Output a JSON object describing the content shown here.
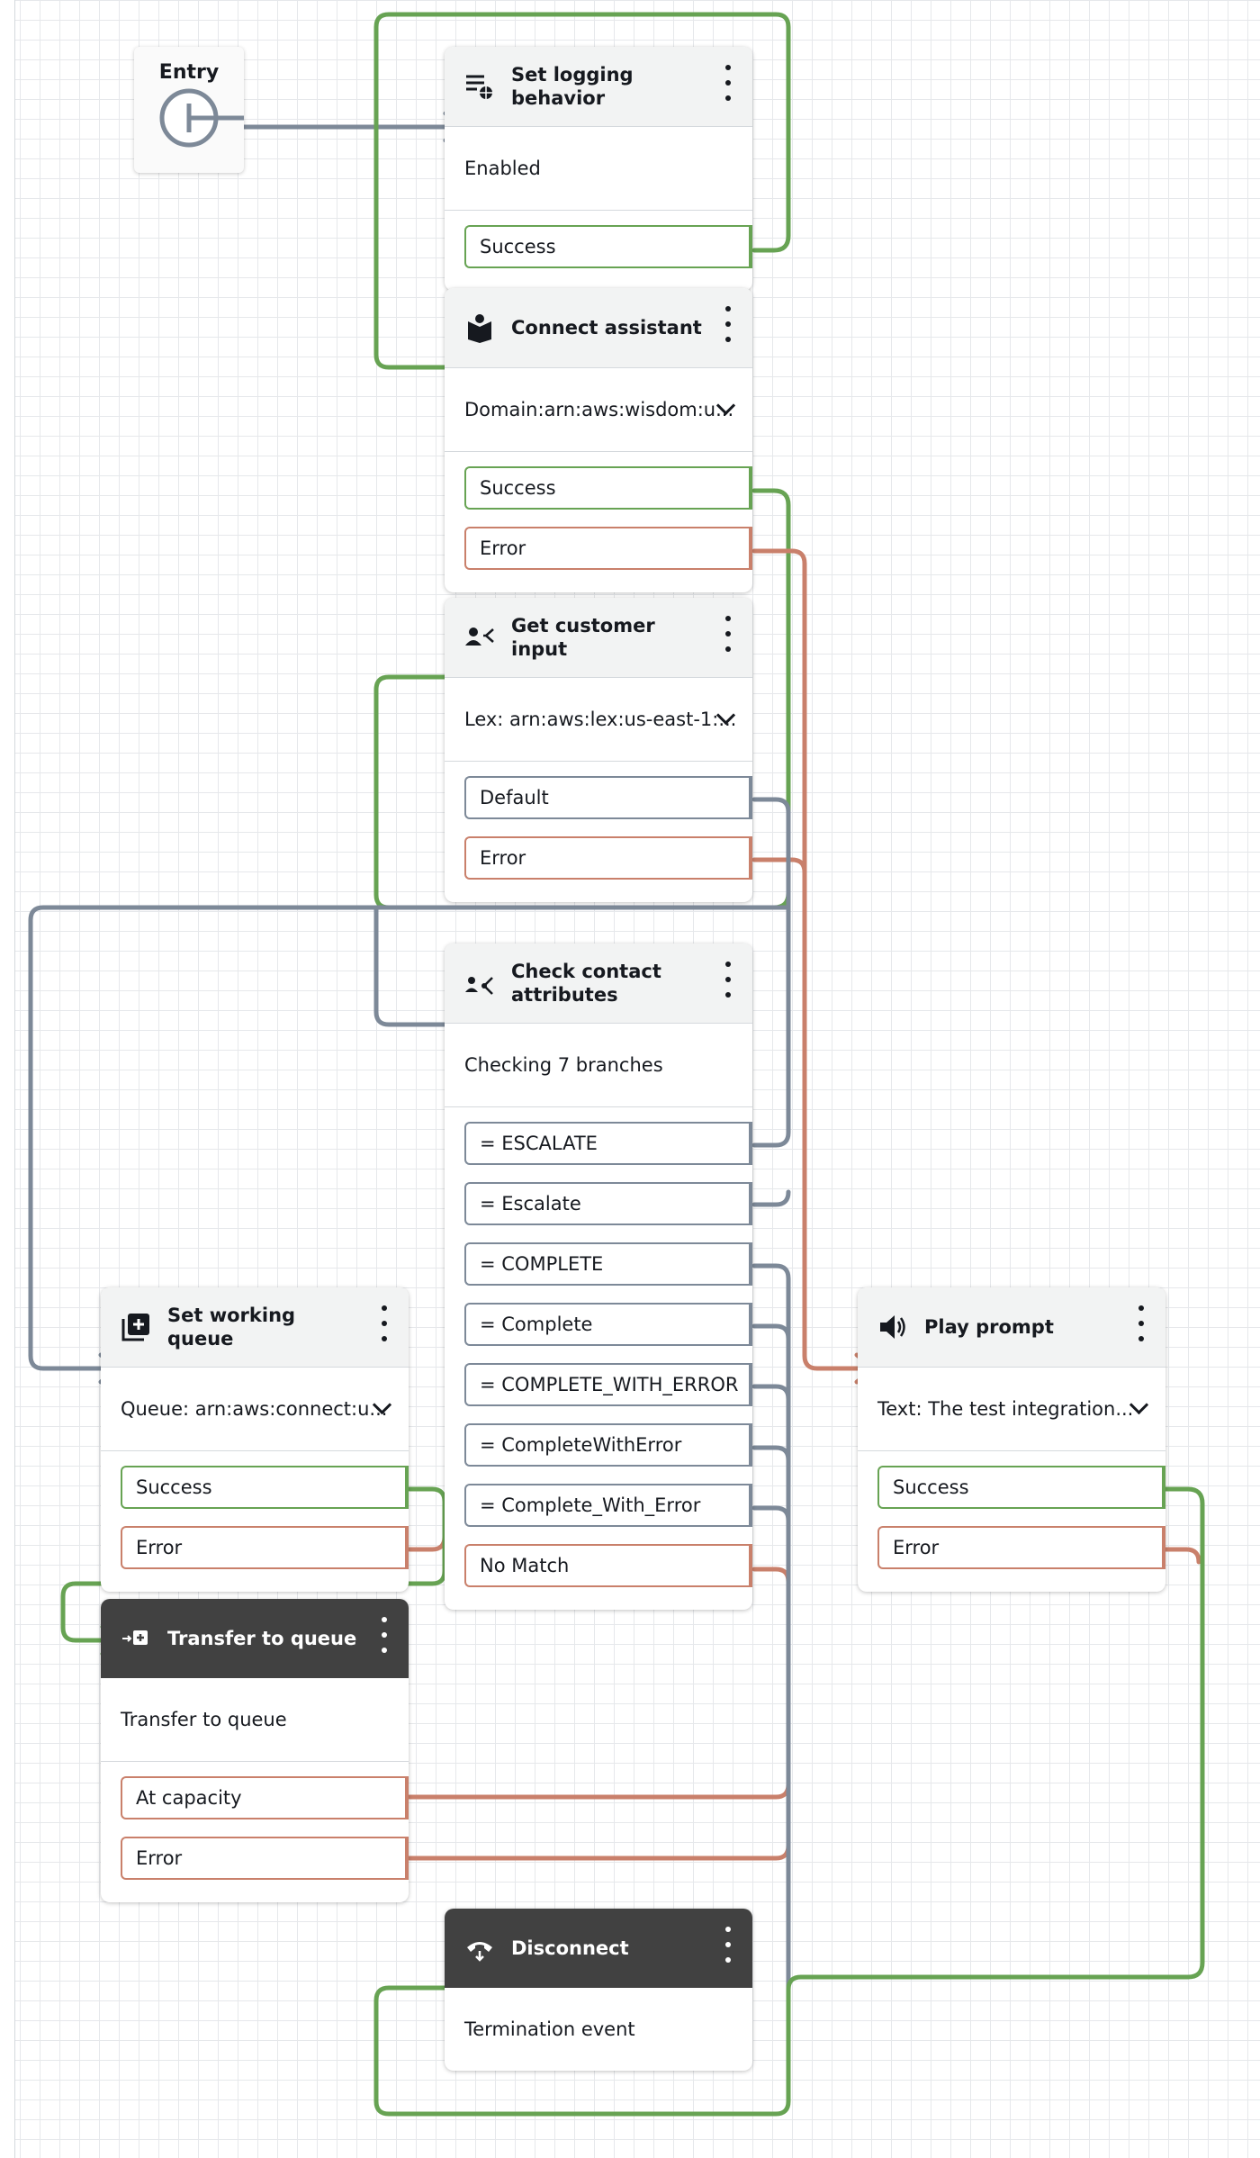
{
  "entry": {
    "title": "Entry"
  },
  "blocks": {
    "logging": {
      "title": "Set logging behavior",
      "icon": "logging-icon",
      "desc": "Enabled",
      "branches": [
        "Success"
      ]
    },
    "assistant": {
      "title": "Connect assistant",
      "icon": "assistant-icon",
      "desc": "Domain:arn:aws:wisdom:u...",
      "branches": [
        "Success",
        "Error"
      ]
    },
    "input": {
      "title": "Get customer input",
      "icon": "customer-input-icon",
      "desc": "Lex: arn:aws:lex:us-east-1:...",
      "branches": [
        "Default",
        "Error"
      ]
    },
    "check": {
      "title": "Check contact attributes",
      "icon": "check-attributes-icon",
      "desc": "Checking 7 branches",
      "branches": [
        "= ESCALATE",
        "= Escalate",
        "= COMPLETE",
        "= Complete",
        "= COMPLETE_WITH_ERROR",
        "= CompleteWithError",
        "= Complete_With_Error",
        "No Match"
      ]
    },
    "queue": {
      "title": "Set working queue",
      "icon": "queue-icon",
      "desc": "Queue: arn:aws:connect:u...",
      "branches": [
        "Success",
        "Error"
      ]
    },
    "prompt": {
      "title": "Play prompt",
      "icon": "speaker-icon",
      "desc": "Text: The test integration...",
      "branches": [
        "Success",
        "Error"
      ]
    },
    "transfer": {
      "title": "Transfer to queue",
      "icon": "transfer-icon",
      "desc": "Transfer to queue",
      "branches": [
        "At capacity",
        "Error"
      ]
    },
    "disconnect": {
      "title": "Disconnect",
      "icon": "disconnect-icon",
      "desc": "Termination event"
    }
  },
  "colors": {
    "success": "#67a353",
    "error": "#c9806b",
    "neutral": "#7d8998",
    "dark_header": "#414141"
  }
}
